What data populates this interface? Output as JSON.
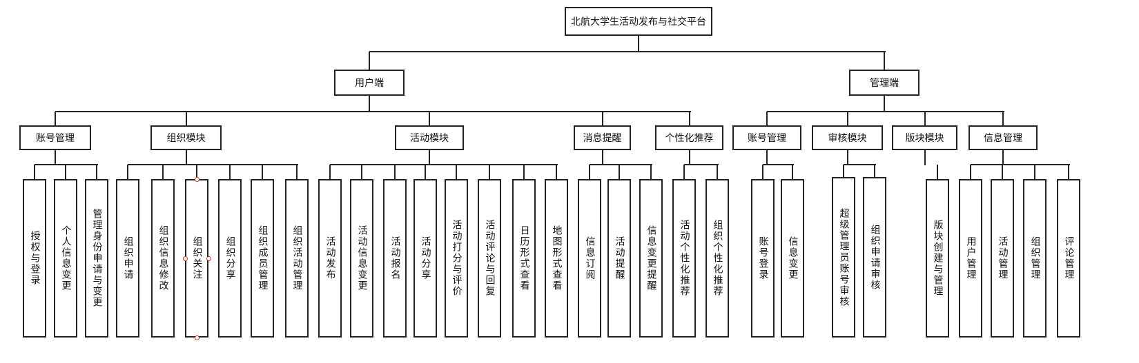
{
  "diagram": {
    "root": "北航大学生活动发布与社交平台",
    "branches": [
      {
        "label": "用户端",
        "modules": [
          {
            "label": "账号管理",
            "items": [
              "授权与登录",
              "个人信息变更",
              "管理身份申请与变更"
            ]
          },
          {
            "label": "组织模块",
            "items": [
              "组织申请",
              "组织信息修改",
              "组织关注",
              "组织分享",
              "组织成员管理",
              "组织活动管理"
            ]
          },
          {
            "label": "活动模块",
            "items": [
              "活动发布",
              "活动信息变更",
              "活动报名",
              "活动分享",
              "活动打分与评价",
              "活动评论与回复",
              "日历形式查看",
              "地图形式查看"
            ]
          },
          {
            "label": "消息提醒",
            "items": [
              "信息订阅",
              "活动提醒",
              "信息变更提醒"
            ]
          },
          {
            "label": "个性化推荐",
            "items": [
              "活动个性化推荐",
              "组织个性化推荐"
            ]
          }
        ]
      },
      {
        "label": "管理端",
        "modules": [
          {
            "label": "账号管理",
            "items": [
              "账号登录",
              "信息变更"
            ]
          },
          {
            "label": "审核模块",
            "items": [
              "超级管理员账号审核",
              "组织申请审核"
            ]
          },
          {
            "label": "版块模块",
            "items": [
              "版块创建与管理"
            ]
          },
          {
            "label": "信息管理",
            "items": [
              "用户管理",
              "活动管理",
              "组织管理",
              "评论管理"
            ]
          }
        ]
      }
    ]
  }
}
